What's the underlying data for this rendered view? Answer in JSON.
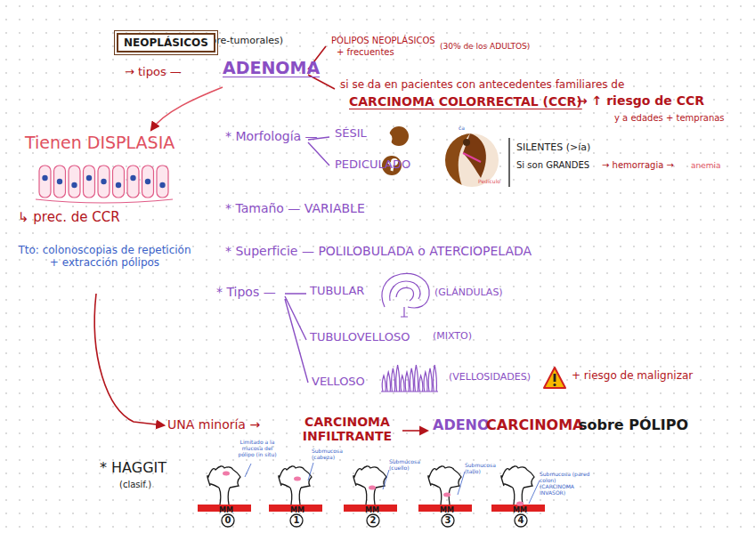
{
  "diagram": {
    "nodes": [
      {
        "text": [
          "NEOPLÁSICOS"
        ]
      },
      {
        "text": [
          "0"
        ]
      },
      {
        "text": [
          "1"
        ]
      },
      {
        "text": [
          "2"
        ]
      },
      {
        "text": [
          "3"
        ]
      },
      {
        "text": [
          "4"
        ]
      }
    ],
    "labels": [
      "(pre-tumorales)",
      "→ tipos —",
      "ADENOMA",
      "PÓLIPOS NEOPLÁSICOS",
      "+ frecuentes",
      "(30% de los ADULTOS)",
      "si se da en pacientes con antecedentes familiares de",
      "CARCINOMA COLORRECTAL (CCR)",
      "→ ↑ riesgo de CCR",
      "y a edades + tempranas",
      "Tienen DISPLASIA",
      "↳ prec. de CCR",
      "Tto: colonoscopias de repetición + extracción pólipos",
      "* Morfología —",
      "SÉSIL",
      "PEDICULADO",
      "Pedículo",
      "ca",
      "SILENTES (>ía)",
      "Si son GRANDES",
      "→ hemorragia →",
      "anemia",
      "* Tamaño — VARIABLE",
      "* Superficie — POLILOBULADA o ATERCIOPELADA",
      "* Tipos —",
      "TUBULAR",
      "(GLÁNDULAS)",
      "TUBULOVELLOSO",
      "(MIXTO)",
      "VELLOSO",
      "(VELLOSIDADES)",
      "+ riesgo de malignizar",
      "UNA minoría →",
      "CARCINOMA INFILTRANTE",
      "ADENO",
      "CARCINOMA",
      "sobre PÓLIPO",
      "* HAGGIT",
      "(clasif.)",
      "Limitado a la mucosa del pólipo (in situ)",
      "Submucosa (cabeza)",
      "Submucosa (cuello)",
      "Submucosa (tallo)",
      "Submucosa (pared colon) (CARCINOMA INVASOR)",
      "MM",
      "MM",
      "MM",
      "MM",
      "MM"
    ]
  }
}
